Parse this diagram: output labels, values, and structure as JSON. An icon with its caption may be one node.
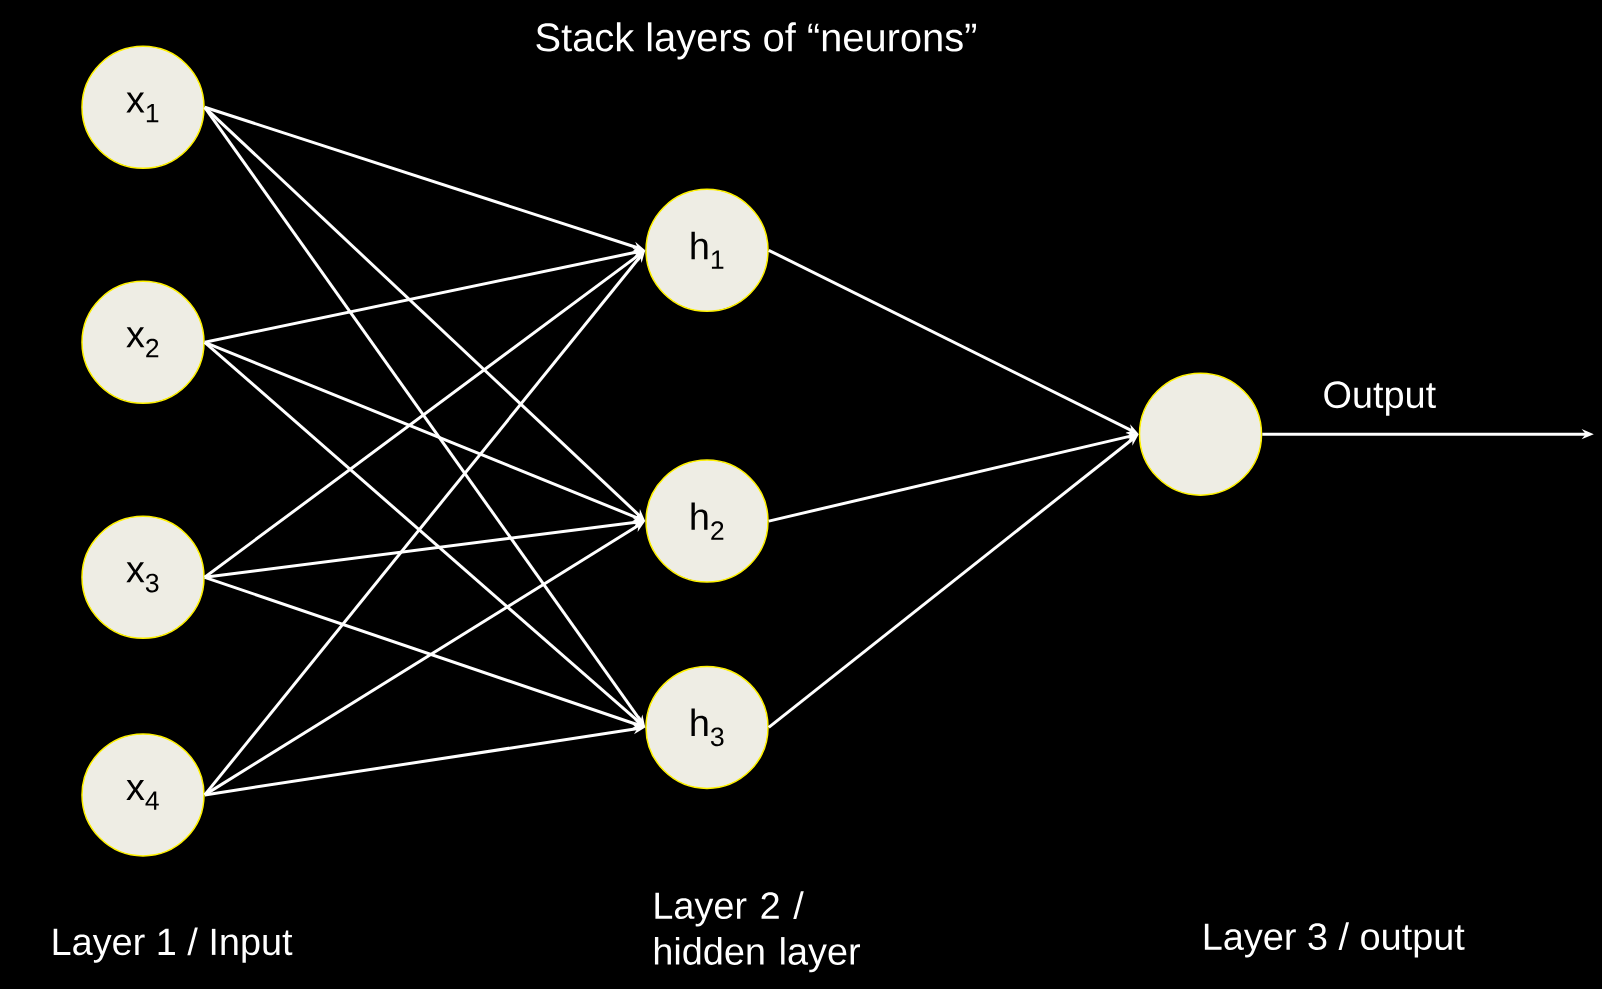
{
  "diagram": {
    "title": "Stack layers of “neurons”",
    "nodes": [
      {
        "text": [
          "x$_{1}$"
        ]
      },
      {
        "text": [
          "x$_{2}$"
        ]
      },
      {
        "text": [
          "x$_{3}$"
        ]
      },
      {
        "text": [
          "x$_{4}$"
        ]
      },
      {
        "text": [
          "h$_{1}$"
        ]
      },
      {
        "text": [
          "h$_{2}$"
        ]
      },
      {
        "text": [
          "h$_{3}$"
        ]
      },
      {
        "text": [],
        "shape": "circle"
      }
    ],
    "edges": [
      {
        "from": 0,
        "to": 4,
        "arrow": "to"
      },
      {
        "from": 0,
        "to": 5,
        "arrow": "to"
      },
      {
        "from": 0,
        "to": 6,
        "arrow": "to"
      },
      {
        "from": 1,
        "to": 4,
        "arrow": "to"
      },
      {
        "from": 1,
        "to": 5,
        "arrow": "to"
      },
      {
        "from": 1,
        "to": 6,
        "arrow": "to"
      },
      {
        "from": 2,
        "to": 4,
        "arrow": "to"
      },
      {
        "from": 2,
        "to": 5,
        "arrow": "to"
      },
      {
        "from": 2,
        "to": 6,
        "arrow": "to"
      },
      {
        "from": 3,
        "to": 4,
        "arrow": "to"
      },
      {
        "from": 3,
        "to": 5,
        "arrow": "to"
      },
      {
        "from": 3,
        "to": 6,
        "arrow": "to"
      },
      {
        "from": 4,
        "to": 7,
        "arrow": "to"
      },
      {
        "from": 5,
        "to": 7,
        "arrow": "to"
      },
      {
        "from": 6,
        "to": 7,
        "arrow": "to"
      },
      {
        "from": 7,
        "to": null,
        "arrow": "to",
        "label": "Output"
      }
    ],
    "labels": [
      "Layer 1 / Input",
      "Layer 2 / hidden layer",
      "Layer 3 / output"
    ]
  }
}
